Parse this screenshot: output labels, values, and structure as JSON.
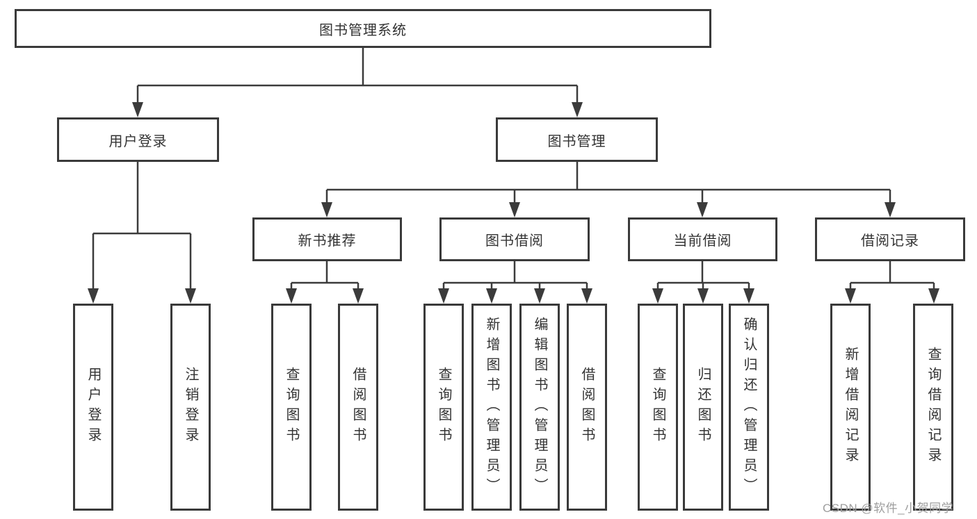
{
  "tree": {
    "root": {
      "label": "图书管理系统"
    },
    "level2": [
      {
        "label": "用户登录",
        "leaves": [
          {
            "label": "用户登录"
          },
          {
            "label": "注销登录"
          }
        ]
      },
      {
        "label": "图书管理",
        "children": [
          {
            "label": "新书推荐",
            "leaves": [
              {
                "label": "查询图书"
              },
              {
                "label": "借阅图书"
              }
            ]
          },
          {
            "label": "图书借阅",
            "leaves": [
              {
                "label": "查询图书"
              },
              {
                "label": "新增图书（管理员）"
              },
              {
                "label": "编辑图书（管理员）"
              },
              {
                "label": "借阅图书"
              }
            ]
          },
          {
            "label": "当前借阅",
            "leaves": [
              {
                "label": "查询图书"
              },
              {
                "label": "归还图书"
              },
              {
                "label": "确认归还（管理员）"
              }
            ]
          },
          {
            "label": "借阅记录",
            "leaves": [
              {
                "label": "新增借阅记录"
              },
              {
                "label": "查询借阅记录"
              }
            ]
          }
        ]
      }
    ]
  },
  "watermark": {
    "text": "CSDN @软件_小贺同学"
  },
  "colors": {
    "line": "#3b3b3b",
    "border": "#3a3a3a",
    "text": "#333333",
    "background": "#ffffff",
    "watermark": "#9e9e9e"
  }
}
